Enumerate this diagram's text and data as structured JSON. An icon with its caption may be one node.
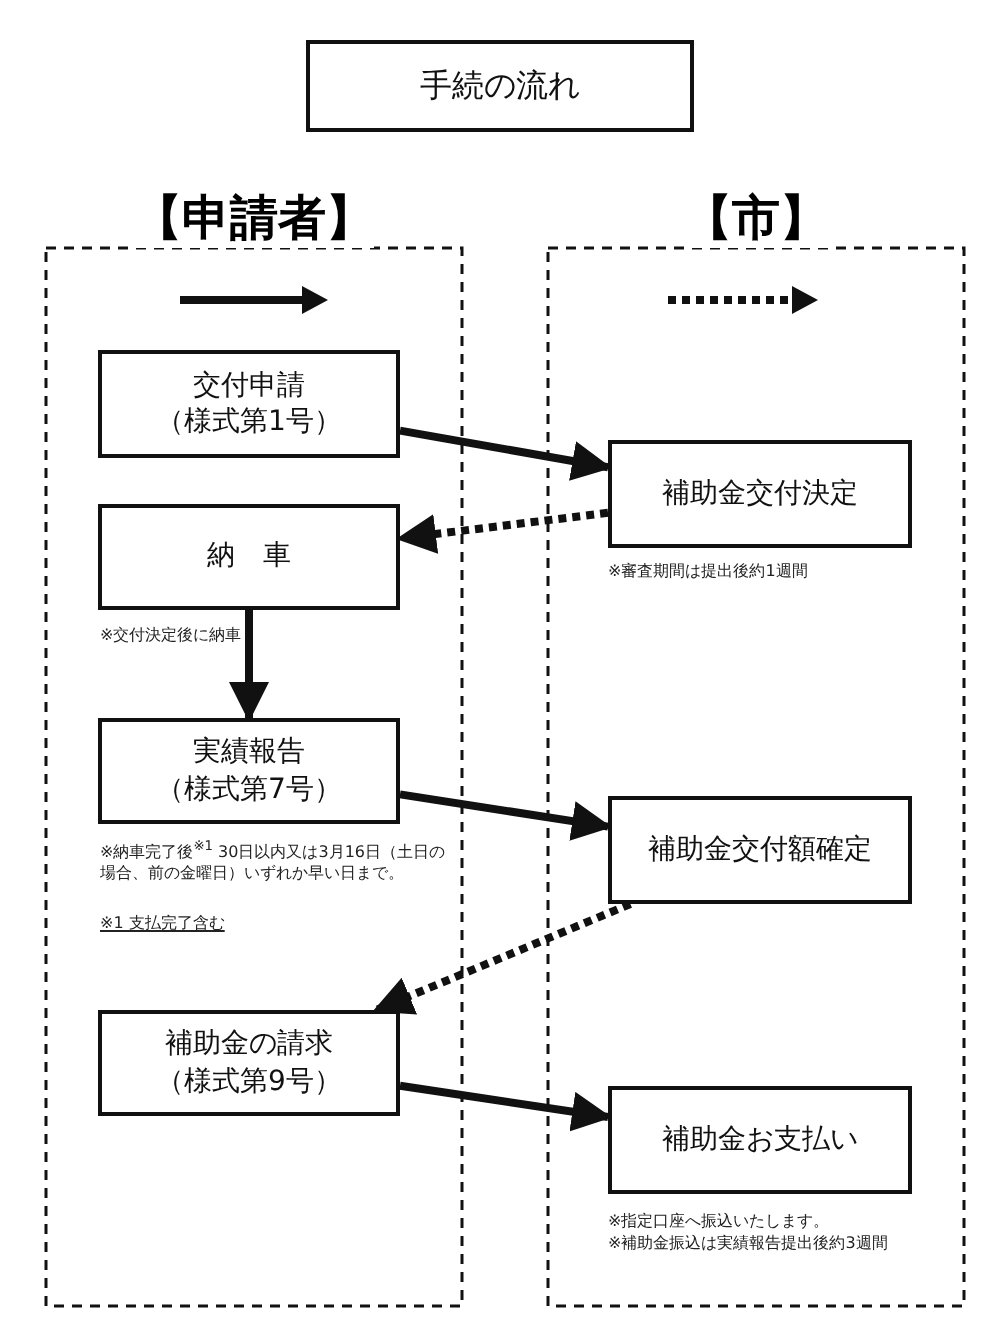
{
  "diagram": {
    "title": "手続の流れ",
    "nodes": [
      {
        "text": [
          "【申請者】"
        ]
      },
      {
        "text": [
          "【市】"
        ]
      },
      {
        "text": [
          "交付申請（様式第1号）"
        ],
        "in": 0
      },
      {
        "text": [
          "納　車"
        ],
        "in": 0,
        "beside": [
          "※交付決定後に納車"
        ]
      },
      {
        "text": [
          "実績報告（様式第7号）"
        ],
        "in": 0,
        "beside": [
          "※納車完了後$^{※1}$ 30日以内又は3月16日（土日の場合、前の金曜日）いずれか早い日まで。",
          "※1 支払完了含む"
        ]
      },
      {
        "text": [
          "補助金の請求（様式第9号）"
        ],
        "in": 0
      },
      {
        "text": [
          "補助金交付決定"
        ],
        "in": 1,
        "beside": [
          "※審査期間は提出後約1週間"
        ]
      },
      {
        "text": [
          "補助金交付額確定"
        ],
        "in": 1
      },
      {
        "text": [
          "補助金お支払い"
        ],
        "in": 1,
        "beside": [
          "※指定口座へ振込いたします。",
          "※補助金振込は実績報告提出後約3週間"
        ]
      }
    ],
    "edges": [
      {
        "from": 2,
        "to": 6,
        "arrow": "to"
      },
      {
        "from": 6,
        "to": 3,
        "arrow": "to",
        "style": "dashed"
      },
      {
        "from": 3,
        "to": 4,
        "arrow": "to"
      },
      {
        "from": 4,
        "to": 7,
        "arrow": "to"
      },
      {
        "from": 7,
        "to": 5,
        "arrow": "to",
        "style": "dashed"
      },
      {
        "from": 5,
        "to": 8,
        "arrow": "to"
      }
    ]
  }
}
